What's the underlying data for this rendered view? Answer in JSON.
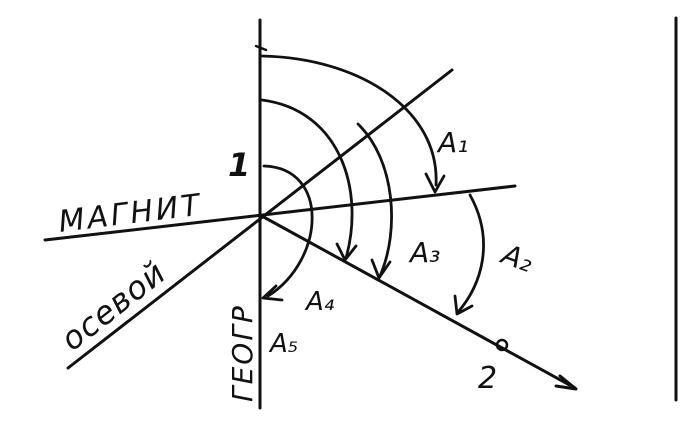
{
  "labels": {
    "magnetic": "МАГНИТ",
    "axial": "осевой",
    "geographic": "ГЕОГР",
    "point_1": "1",
    "point_2": "2",
    "a1": "A₁",
    "a2": "A₂",
    "a3": "A₃",
    "a4": "A₄",
    "a5": "A₅"
  },
  "colors": {
    "ink": "#111111",
    "paper": "#ffffff"
  }
}
